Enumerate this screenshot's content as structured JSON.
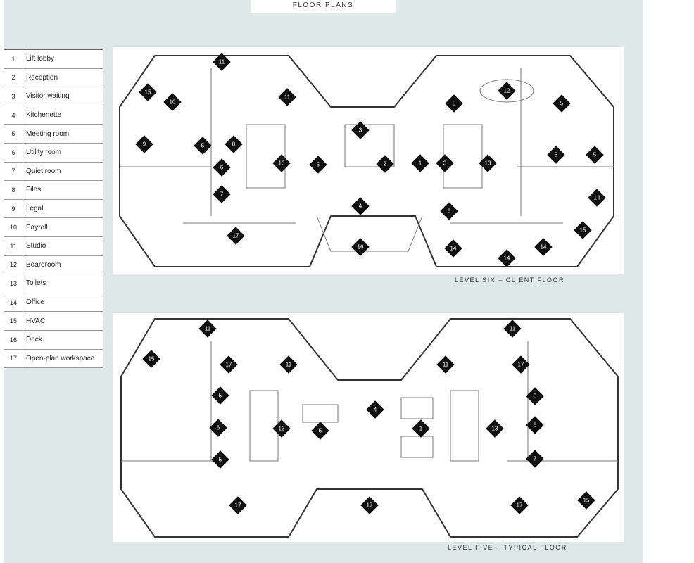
{
  "header": {
    "title": "FLOOR PLANS"
  },
  "legend": [
    {
      "num": "1",
      "label": "Lift lobby"
    },
    {
      "num": "2",
      "label": "Reception"
    },
    {
      "num": "3",
      "label": "Visitor waiting"
    },
    {
      "num": "4",
      "label": "Kitchenette"
    },
    {
      "num": "5",
      "label": "Meeting room"
    },
    {
      "num": "6",
      "label": "Utility room"
    },
    {
      "num": "7",
      "label": "Quiet room"
    },
    {
      "num": "8",
      "label": "Files"
    },
    {
      "num": "9",
      "label": "Legal"
    },
    {
      "num": "10",
      "label": "Payroll"
    },
    {
      "num": "11",
      "label": "Studio"
    },
    {
      "num": "12",
      "label": "Boardroom"
    },
    {
      "num": "13",
      "label": "Toilets"
    },
    {
      "num": "14",
      "label": "Office"
    },
    {
      "num": "15",
      "label": "HVAC"
    },
    {
      "num": "16",
      "label": "Deck"
    },
    {
      "num": "17",
      "label": "Open-plan workspace"
    }
  ],
  "plans": {
    "top": {
      "caption": "LEVEL SIX – CLIENT FLOOR",
      "markers": [
        "11",
        "15",
        "10",
        "11",
        "12",
        "5",
        "5",
        "3",
        "9",
        "5",
        "8",
        "13",
        "5",
        "2",
        "1",
        "3",
        "13",
        "5",
        "5",
        "6",
        "7",
        "4",
        "14",
        "6",
        "15",
        "17",
        "16",
        "14",
        "14",
        "14"
      ]
    },
    "bottom": {
      "caption": "LEVEL FIVE – TYPICAL FLOOR",
      "markers": [
        "11",
        "11",
        "15",
        "17",
        "11",
        "11",
        "17",
        "5",
        "4",
        "5",
        "13",
        "5",
        "1",
        "13",
        "6",
        "6",
        "5",
        "7",
        "17",
        "17",
        "17",
        "15"
      ]
    }
  }
}
